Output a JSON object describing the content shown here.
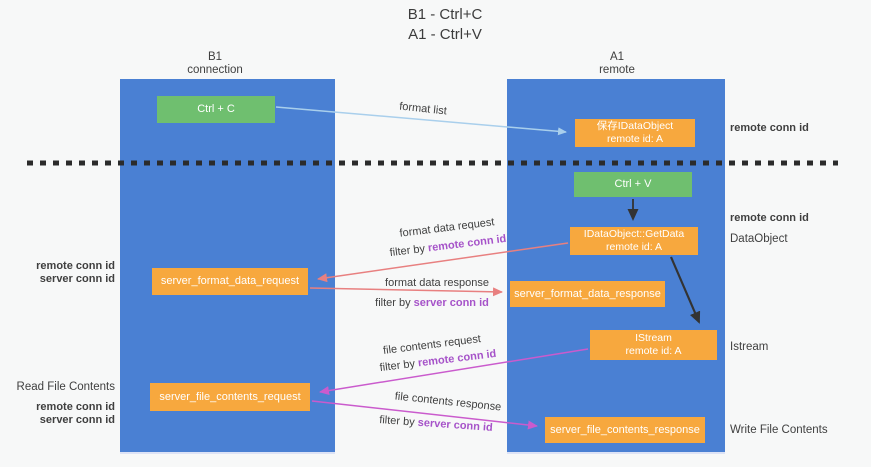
{
  "title": {
    "line1": "B1 - Ctrl+C",
    "line2": "A1 - Ctrl+V"
  },
  "lifelines": {
    "b1": {
      "name": "B1",
      "role": "connection"
    },
    "a1": {
      "name": "A1",
      "role": "remote"
    }
  },
  "nodes": {
    "ctrl_c": {
      "label": "Ctrl + C"
    },
    "save_idataobject": {
      "line1": "保存IDataObject",
      "line2": "remote id: A"
    },
    "ctrl_v": {
      "label": "Ctrl + V"
    },
    "getdata": {
      "line1": "IDataObject::GetData",
      "line2": "remote id: A"
    },
    "server_format_data_request": {
      "label": "server_format_data_request"
    },
    "server_format_data_response": {
      "label": "server_format_data_response"
    },
    "istream": {
      "line1": "IStream",
      "line2": "remote id: A"
    },
    "server_file_contents_request": {
      "label": "server_file_contents_request"
    },
    "server_file_contents_response": {
      "label": "server_file_contents_response"
    }
  },
  "edge_labels": {
    "format_list": "format list",
    "format_data_request": "format data request",
    "format_data_response": "format data response",
    "file_contents_request": "file contents request",
    "file_contents_response": "file contents response",
    "filter_by": "filter by ",
    "remote_conn_id": "remote conn id",
    "server_conn_id": "server conn id"
  },
  "side_labels": {
    "remote_conn_id": "remote conn id",
    "server_conn_id": "server conn id",
    "dataobject": "DataObject",
    "istream": "Istream",
    "read_file_contents": "Read File Contents",
    "write_file_contents": "Write File Contents"
  },
  "colors": {
    "column_blue": "#4a80d3",
    "node_orange": "#f7a83e",
    "node_green": "#6fbf6f",
    "purple_text": "#a653c9",
    "green_text": "#53b156",
    "arrow_blue": "#a9cfec",
    "arrow_salmon": "#e88080",
    "arrow_magenta": "#ca5bcd",
    "arrow_black": "#333333"
  }
}
